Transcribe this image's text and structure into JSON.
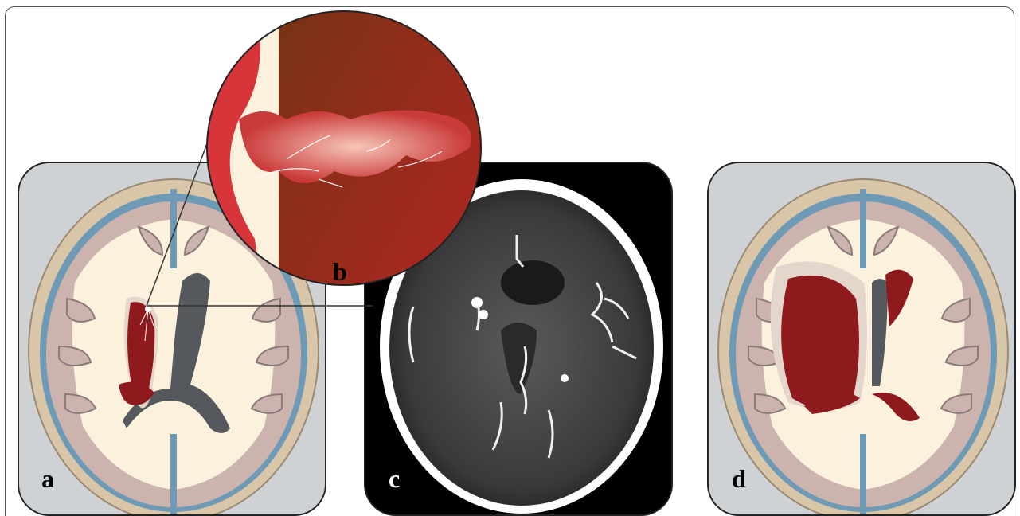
{
  "figure": {
    "panels": [
      {
        "id": "a",
        "label": "a"
      },
      {
        "id": "b",
        "label": "b"
      },
      {
        "id": "c",
        "label": "c"
      },
      {
        "id": "d",
        "label": "d"
      }
    ]
  },
  "colors": {
    "panel_background": "#cfd2d5",
    "skull": "#d9c5a8",
    "csf": "#6f9ab5",
    "cortex": "#cdb3ae",
    "white_matter": "#fbf1dc",
    "ventricle": "#55595d",
    "hematoma": "#8e1a1e",
    "magnified_vessel": "#b8262a",
    "ct_background": "#000000"
  }
}
